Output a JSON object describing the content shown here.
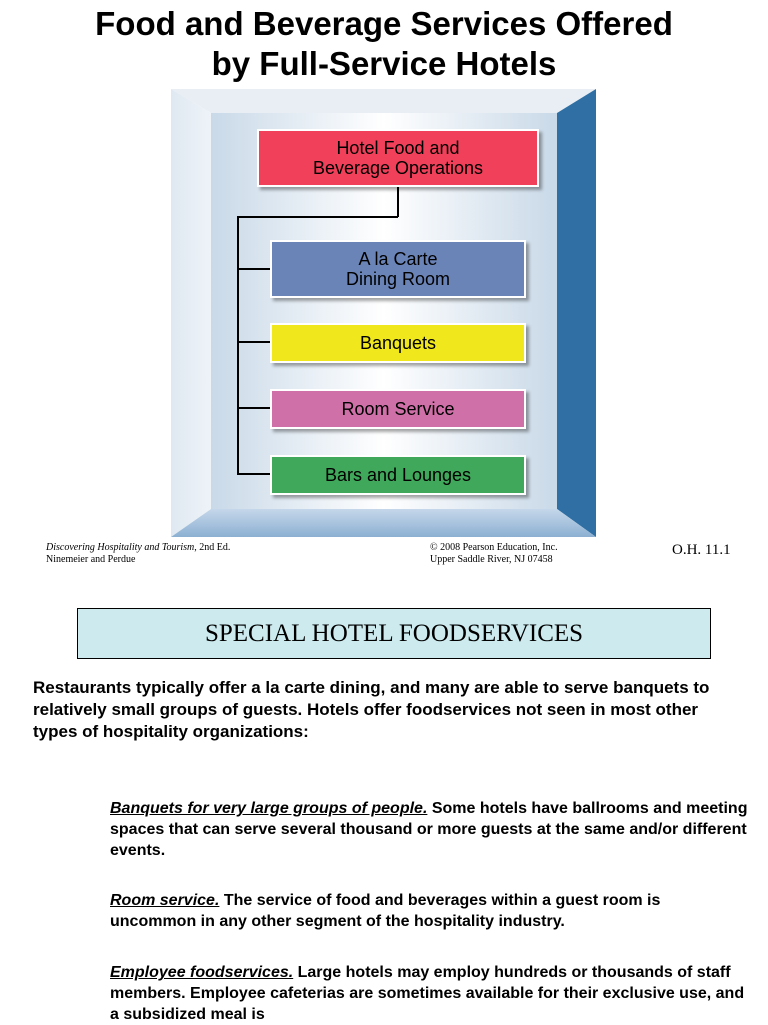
{
  "slide": {
    "title_line1": "Food and Beverage Services Offered",
    "title_line2": "by Full-Service Hotels",
    "org_chart": {
      "top": {
        "line1": "Hotel Food and",
        "line2": "Beverage Operations",
        "color": "#f0405a"
      },
      "children": [
        {
          "line1": "A la Carte",
          "line2": "Dining Room",
          "color": "#6a84b8"
        },
        {
          "line1": "Banquets",
          "line2": "",
          "color": "#f0e81c"
        },
        {
          "line1": "Room Service",
          "line2": "",
          "color": "#d070a8"
        },
        {
          "line1": "Bars and Lounges",
          "line2": "",
          "color": "#3fa85a"
        }
      ],
      "frame_side_color": "#2f6fa3"
    },
    "credit_left": {
      "book_title": "Discovering Hospitality and Tourism",
      "edition": ", 2nd Ed.",
      "authors": "Ninemeier and Perdue"
    },
    "credit_right": {
      "line1": "© 2008 Pearson Education, Inc.",
      "line2": "Upper Saddle River, NJ 07458"
    },
    "slide_number": "O.H. 11.1"
  },
  "section": {
    "heading": "SPECIAL HOTEL FOODSERVICES",
    "intro": "Restaurants typically offer a la carte dining, and many are able to serve banquets to relatively small groups of guests. Hotels offer foodservices not seen in most other types of hospitality organizations:",
    "items": [
      {
        "lead": "Banquets for very large groups of people.",
        "text": " Some hotels have ballrooms and meeting spaces that can serve several thousand or more guests at the same and/or different events."
      },
      {
        "lead": "Room service.",
        "text": " The service of food and beverages within a guest room is uncommon in any other segment of the hospitality industry."
      },
      {
        "lead": "Employee foodservices.",
        "text": " Large hotels may employ hundreds or thousands of staff members. Employee cafeterias are sometimes available for their exclusive use, and a subsidized meal is"
      }
    ]
  }
}
